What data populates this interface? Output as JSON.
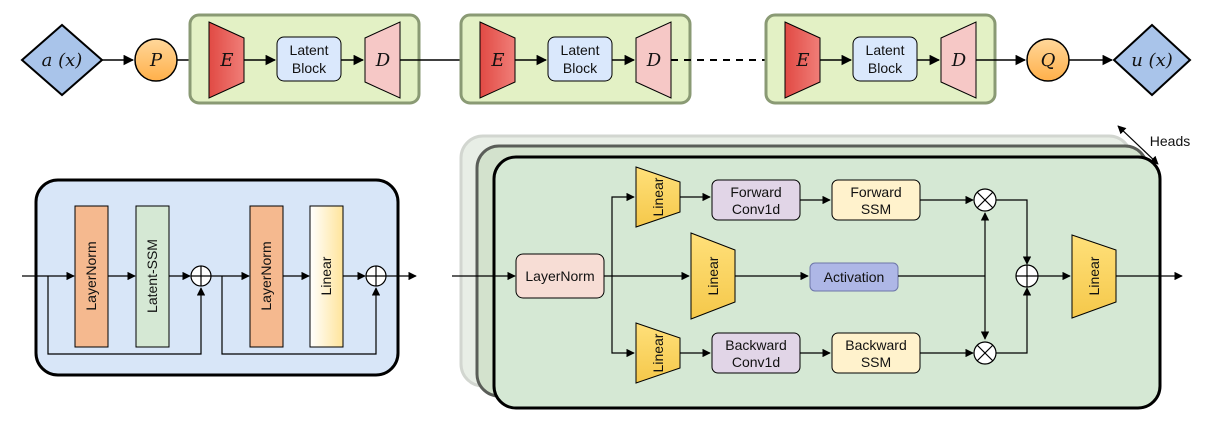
{
  "top_row": {
    "input": "a (x)",
    "lift": "P",
    "encoder": "E",
    "latent_block": [
      "Latent",
      "Block"
    ],
    "decoder": "D",
    "projection": "Q",
    "output": "u (x)"
  },
  "latent_block_detail": {
    "layernorm_1": "LayerNorm",
    "latent_ssm": "Latent-SSM",
    "layernorm_2": "LayerNorm",
    "linear": "Linear"
  },
  "ssm_block_detail": {
    "heads": "Heads",
    "layernorm": "LayerNorm",
    "linear": "Linear",
    "forward_conv": [
      "Forward",
      "Conv1d"
    ],
    "forward_ssm": [
      "Forward",
      "SSM"
    ],
    "activation": "Activation",
    "backward_conv": [
      "Backward",
      "Conv1d"
    ],
    "backward_ssm": [
      "Backward",
      "SSM"
    ]
  },
  "colors": {
    "diamond": "#a9c4ea",
    "circle": "#ffc876",
    "encoder": "#e35b56",
    "decoder": "#f6c8c6",
    "latent_box": "#dae8fc",
    "group_fill": "#e3f1c5",
    "group_stroke": "#8a9a74",
    "panel_blue": "#d8e6f8",
    "layernorm": "#f5b98f",
    "ssm_green": "#d5e8d4",
    "linear_yellow": "#fff2cc",
    "panel_green": "#d5e8d4",
    "conv_purple": "#e1d5e7",
    "ssm_yellow": "#fff2cc",
    "activation": "#aeb7e6",
    "ln_pink": "#f7ddd5"
  }
}
